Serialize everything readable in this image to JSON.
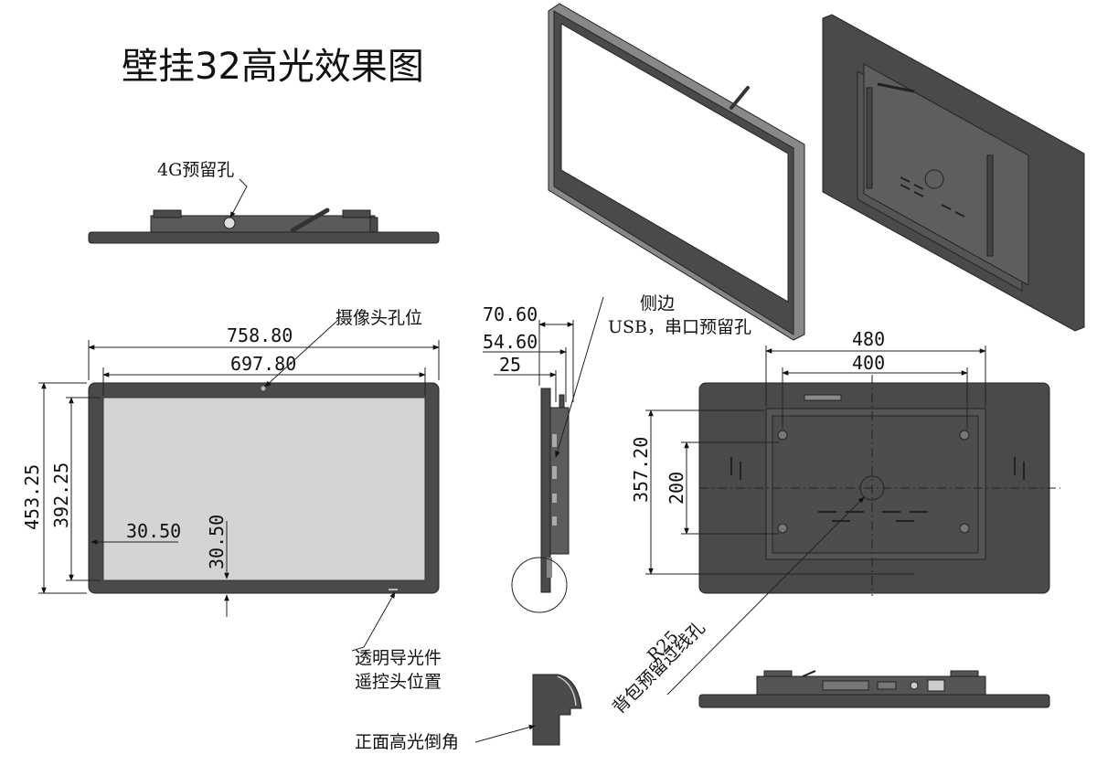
{
  "title": "壁挂32高光效果图",
  "labels": {
    "hole_4g": "4G预留孔",
    "camera": "摄像头孔位",
    "side": "侧边",
    "side_ports": "USB，串口预留孔",
    "light_guide_1": "透明导光件",
    "light_guide_2": "遥控头位置",
    "bezel": "正面高光倒角",
    "r25": "R25",
    "cable_hole": "背包预留过线孔"
  },
  "dimensions": {
    "overall_width": "758.80",
    "view_width": "697.80",
    "overall_height": "453.25",
    "view_height": "392.25",
    "bezel_side": "30.50",
    "bezel_bottom": "30.50",
    "depth_total": "70.60",
    "depth_back": "54.60",
    "depth_panel": "25",
    "vesa_outer_w": "480",
    "vesa_inner_w": "400",
    "vesa_outer_h": "357.20",
    "vesa_inner_h": "200"
  }
}
